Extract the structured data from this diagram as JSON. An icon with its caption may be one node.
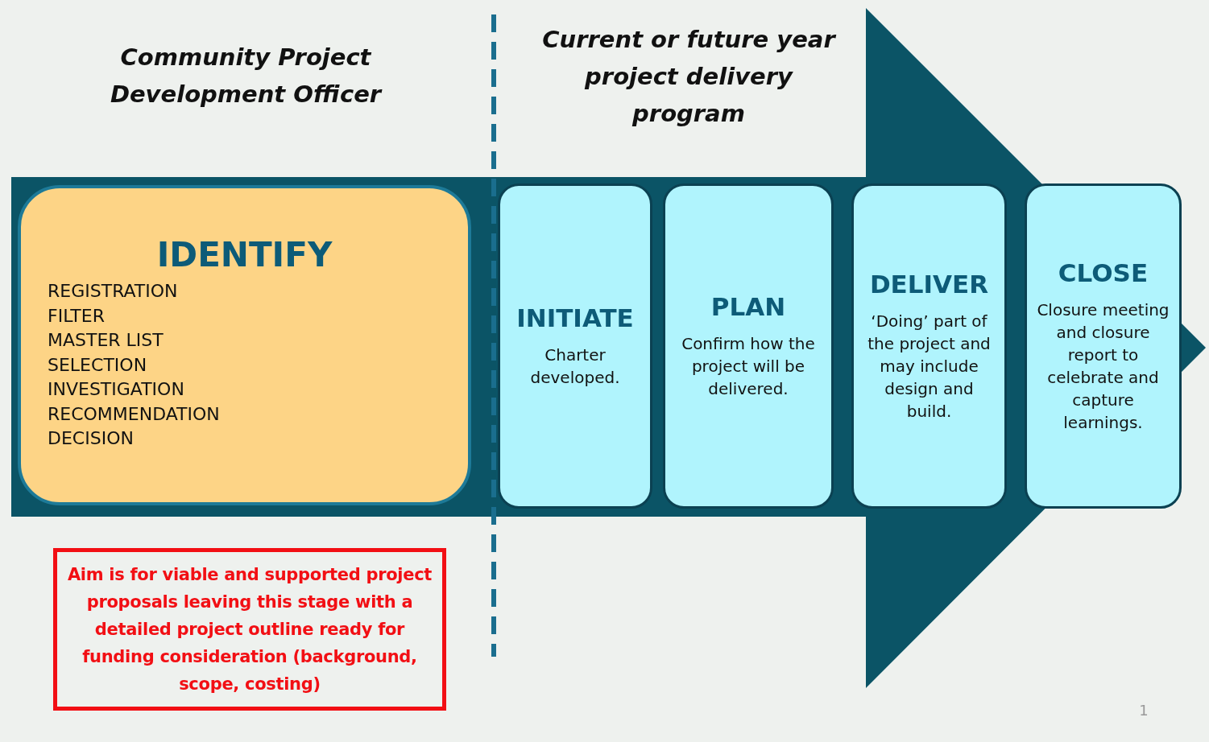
{
  "diagram": {
    "nodes": [
      {
        "text": [],
        "shape": "arrow"
      },
      {
        "text": [
          "IDENTIFY",
          "REGISTRATION",
          "FILTER",
          "MASTER LIST",
          "SELECTION",
          "INVESTIGATION",
          "RECOMMENDATION",
          "DECISION"
        ],
        "in": 0
      },
      {
        "text": [
          "INITIATE",
          "Charter developed."
        ],
        "in": 0
      },
      {
        "text": [
          "PLAN",
          "Confirm how the project will be delivered."
        ],
        "in": 0
      },
      {
        "text": [
          "DELIVER",
          "‘Doing’ part of the project and may include design and build."
        ],
        "in": 0
      },
      {
        "text": [
          "CLOSE",
          "Closure meeting and closure report to celebrate and capture learnings."
        ],
        "in": 0
      },
      {
        "text": [
          "Aim is for viable and supported project proposals leaving this stage with a detailed project outline ready for funding consideration (background, scope, costing)"
        ]
      }
    ],
    "labels": [
      "Community Project Development Officer",
      "Current or future year project delivery program",
      "1"
    ]
  }
}
